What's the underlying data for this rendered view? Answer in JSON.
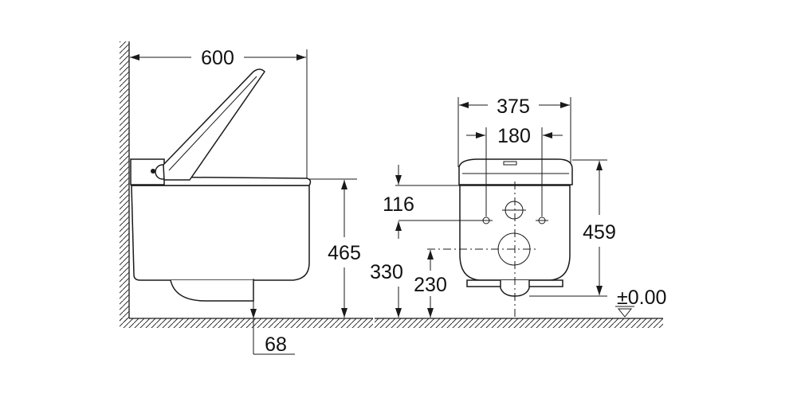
{
  "dimensions": {
    "side_width": "600",
    "side_height": "465",
    "side_offset": "68",
    "front_width": "375",
    "front_hole_spacing": "180",
    "front_top_offset": "116",
    "front_total_height": "459",
    "front_hole_height": "330",
    "front_drain_height": "230",
    "floor_level": "±0.00"
  }
}
